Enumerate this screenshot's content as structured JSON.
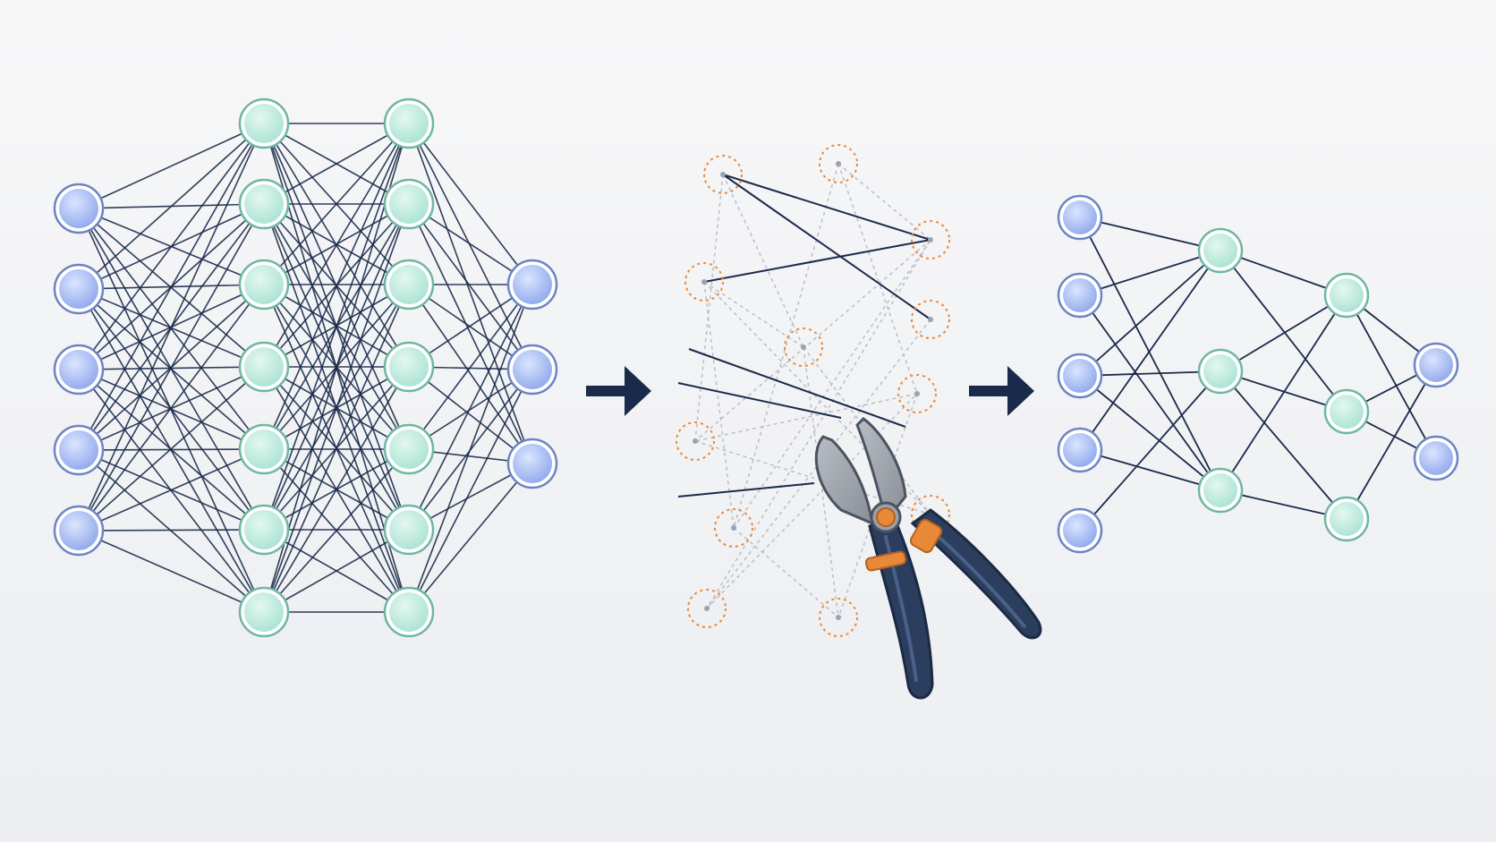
{
  "colors": {
    "background_top": "#f7f7f8",
    "background_bottom": "#eceef1",
    "edge": "#1a2a4a",
    "pruned_edge": "#b9bec8",
    "input_node_fill": "#8fa8ec",
    "input_node_stroke": "#6d84c4",
    "hidden_node_fill": "#a9e3d2",
    "hidden_node_stroke": "#6fb6a2",
    "pruned_node_ring": "#e8893a",
    "arrow": "#1a2a4a",
    "shears_blade": "#8a8f97",
    "shears_handle": "#2c3e5e",
    "shears_pivot": "#e8893a"
  },
  "stages": {
    "dense": {
      "name": "dense-network",
      "layers": [
        "input",
        "hidden",
        "hidden",
        "output"
      ],
      "layer_sizes": [
        5,
        7,
        7,
        3
      ]
    },
    "pruning": {
      "name": "pruning-in-progress",
      "pruned_nodes": 12
    },
    "sparse": {
      "name": "sparse-network",
      "layers": [
        "input",
        "hidden",
        "hidden",
        "output"
      ],
      "layer_sizes": [
        5,
        3,
        3,
        2
      ]
    }
  },
  "icons": {
    "transition_1": "arrow-right-icon",
    "transition_2": "arrow-right-icon",
    "tool": "pruning-shears-icon"
  }
}
